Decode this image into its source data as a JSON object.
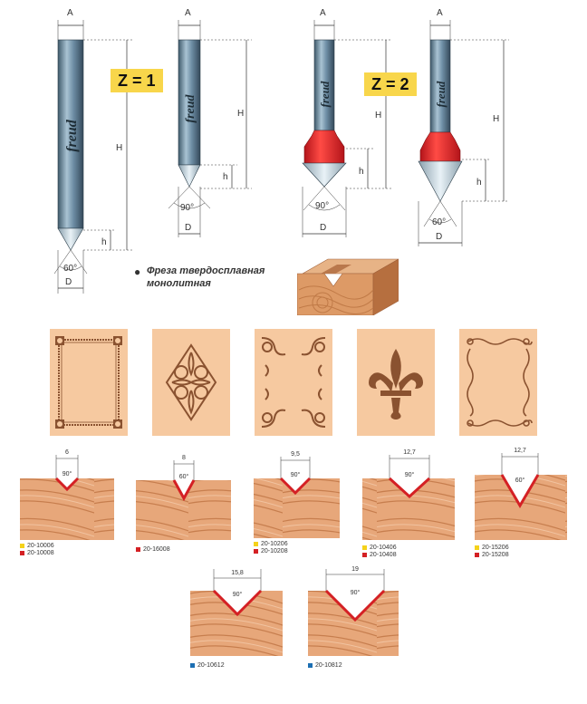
{
  "dims": {
    "a": "A",
    "h_big": "H",
    "h_small": "h",
    "d": "D"
  },
  "zones": [
    {
      "label": "Z = 1"
    },
    {
      "label": "Z = 2"
    }
  ],
  "bits": [
    {
      "angle": "60°",
      "brand": "freud"
    },
    {
      "angle": "90°",
      "brand": "freud"
    },
    {
      "angle": "90°",
      "brand": "freud"
    },
    {
      "angle": "60°",
      "brand": "freud"
    }
  ],
  "note": {
    "line1": "Фреза твердосплавная",
    "line2": "монолитная"
  },
  "grooves": [
    {
      "width": "6",
      "angle": "90°",
      "codes": [
        {
          "code": "20-10006",
          "color": "#f5d21a"
        },
        {
          "code": "20-10008",
          "color": "#d42024"
        }
      ]
    },
    {
      "width": "8",
      "angle": "60°",
      "codes": [
        {
          "code": "20-16008",
          "color": "#d42024"
        }
      ]
    },
    {
      "width": "9,5",
      "angle": "90°",
      "codes": [
        {
          "code": "20-10206",
          "color": "#f5d21a"
        },
        {
          "code": "20-10208",
          "color": "#d42024"
        }
      ]
    },
    {
      "width": "12,7",
      "angle": "90°",
      "codes": [
        {
          "code": "20-10406",
          "color": "#f5d21a"
        },
        {
          "code": "20-10408",
          "color": "#d42024"
        }
      ]
    },
    {
      "width": "12,7",
      "angle": "60°",
      "codes": [
        {
          "code": "20-15206",
          "color": "#f5d21a"
        },
        {
          "code": "20-15208",
          "color": "#d42024"
        }
      ]
    },
    {
      "width": "15,8",
      "angle": "90°",
      "codes": [
        {
          "code": "20-10612",
          "color": "#1c6fb3"
        }
      ]
    },
    {
      "width": "19",
      "angle": "90°",
      "codes": [
        {
          "code": "20-10812",
          "color": "#1c6fb3"
        }
      ]
    }
  ],
  "colors": {
    "steel": "#6f8fa6",
    "carbide_red": "#e3262a",
    "wood": "#e7a77a",
    "panel": "#f6c9a0"
  }
}
